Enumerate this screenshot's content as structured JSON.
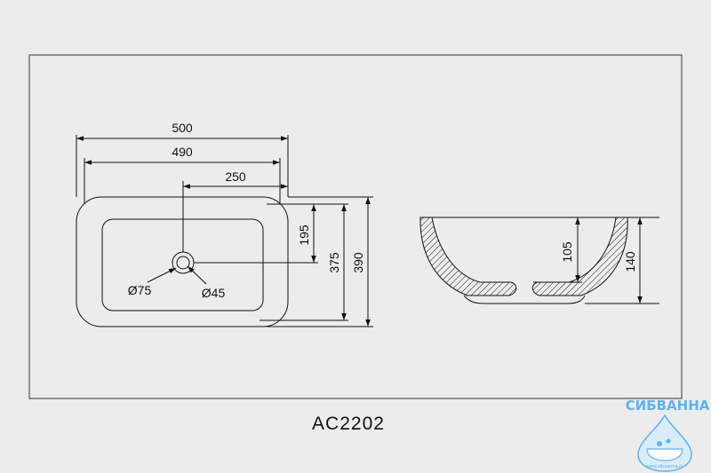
{
  "model": "AC2202",
  "top_view": {
    "dims": {
      "overall_width": "500",
      "inner_width": "490",
      "drain_offset": "250",
      "drain_to_edge": "195",
      "inner_depth": "375",
      "overall_depth": "390",
      "drain_diameter_outer": "Ø75",
      "drain_diameter_inner": "Ø45"
    }
  },
  "side_view": {
    "dims": {
      "inner_height": "105",
      "overall_height": "140"
    }
  },
  "watermark": {
    "brand": "СИБВАННА",
    "url": "www.sibvanna.ru"
  },
  "colors": {
    "background": "#ececec",
    "line": "#111111",
    "logo": "#5fb3ea"
  }
}
